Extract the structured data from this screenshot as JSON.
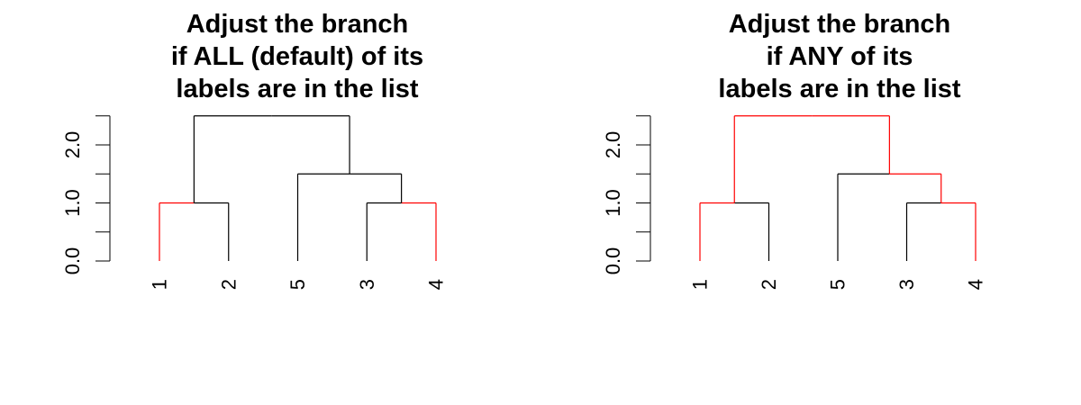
{
  "chart_data": [
    {
      "type": "dendrogram",
      "title": [
        "Adjust the branch",
        "if ALL (default) of its",
        "labels are in the list"
      ],
      "leaves": [
        "1",
        "2",
        "5",
        "3",
        "4"
      ],
      "y_ticks": [
        0,
        0.5,
        1,
        1.5,
        2,
        2.5
      ],
      "y_tick_labels": [
        "0.0",
        "1.0",
        "2.0"
      ],
      "ylim": [
        0,
        2.5
      ],
      "grid": false,
      "colors": {
        "default": "#000000",
        "highlight": "#ff0000"
      },
      "merges": [
        {
          "id": "m12",
          "left": "1",
          "right": "2",
          "height": 1.0,
          "left_color": "highlight",
          "right_color": "default"
        },
        {
          "id": "m34",
          "left": "3",
          "right": "4",
          "height": 1.0,
          "left_color": "default",
          "right_color": "highlight"
        },
        {
          "id": "m534",
          "left": "5",
          "right": "m34",
          "height": 1.5,
          "left_color": "default",
          "right_color": "default"
        },
        {
          "id": "root",
          "left": "m12",
          "right": "m534",
          "height": 2.5,
          "left_color": "default",
          "right_color": "default"
        }
      ]
    },
    {
      "type": "dendrogram",
      "title": [
        "Adjust the branch",
        "if ANY of its",
        "labels are in the list"
      ],
      "leaves": [
        "1",
        "2",
        "5",
        "3",
        "4"
      ],
      "y_ticks": [
        0,
        0.5,
        1,
        1.5,
        2,
        2.5
      ],
      "y_tick_labels": [
        "0.0",
        "1.0",
        "2.0"
      ],
      "ylim": [
        0,
        2.5
      ],
      "grid": false,
      "colors": {
        "default": "#000000",
        "highlight": "#ff0000"
      },
      "merges": [
        {
          "id": "m12",
          "left": "1",
          "right": "2",
          "height": 1.0,
          "left_color": "highlight",
          "right_color": "default"
        },
        {
          "id": "m34",
          "left": "3",
          "right": "4",
          "height": 1.0,
          "left_color": "default",
          "right_color": "highlight"
        },
        {
          "id": "m534",
          "left": "5",
          "right": "m34",
          "height": 1.5,
          "left_color": "default",
          "right_color": "highlight"
        },
        {
          "id": "root",
          "left": "m12",
          "right": "m534",
          "height": 2.5,
          "left_color": "highlight",
          "right_color": "highlight"
        }
      ]
    }
  ]
}
